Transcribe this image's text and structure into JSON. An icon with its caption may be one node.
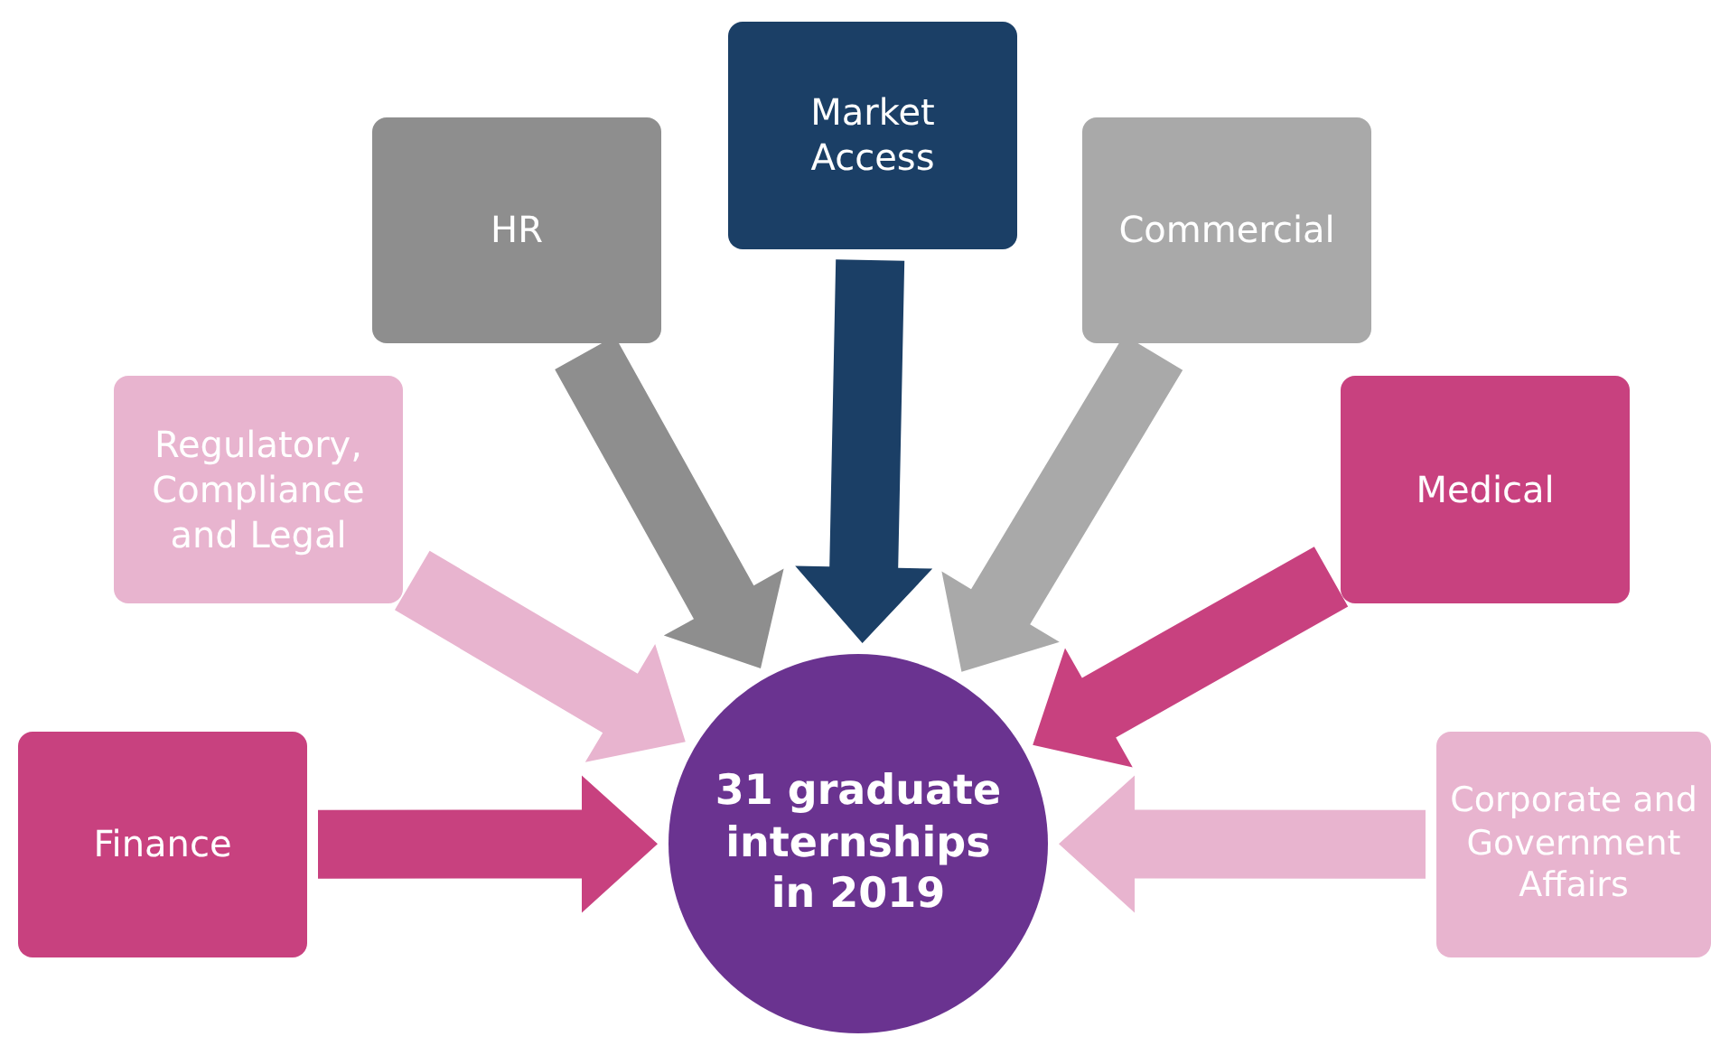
{
  "diagram": {
    "nodes": [
      {
        "text": [
          "Finance"
        ]
      },
      {
        "text": [
          "Regulatory, Compliance and Legal"
        ]
      },
      {
        "text": [
          "HR"
        ]
      },
      {
        "text": [
          "Market Access"
        ]
      },
      {
        "text": [
          "Commercial"
        ]
      },
      {
        "text": [
          "Medical"
        ]
      },
      {
        "text": [
          "Corporate and Government Affairs"
        ]
      },
      {
        "text": [
          "31 graduate internships in 2019"
        ]
      }
    ],
    "edges": [
      {
        "from": 0,
        "to": 7,
        "arrow": "to",
        "style": "thick",
        "color": "#c8417f"
      },
      {
        "from": 1,
        "to": 7,
        "arrow": "to",
        "style": "thick",
        "color": "#e8b4cf"
      },
      {
        "from": 2,
        "to": 7,
        "arrow": "to",
        "style": "thick",
        "color": "#8e8e8e"
      },
      {
        "from": 3,
        "to": 7,
        "arrow": "to",
        "style": "thick",
        "color": "#1b3f66"
      },
      {
        "from": 4,
        "to": 7,
        "arrow": "to",
        "style": "thick",
        "color": "#a9a9a9"
      },
      {
        "from": 5,
        "to": 7,
        "arrow": "to",
        "style": "thick",
        "color": "#c8417f"
      },
      {
        "from": 6,
        "to": 7,
        "arrow": "to",
        "style": "thick",
        "color": "#e8b4cf"
      }
    ]
  }
}
